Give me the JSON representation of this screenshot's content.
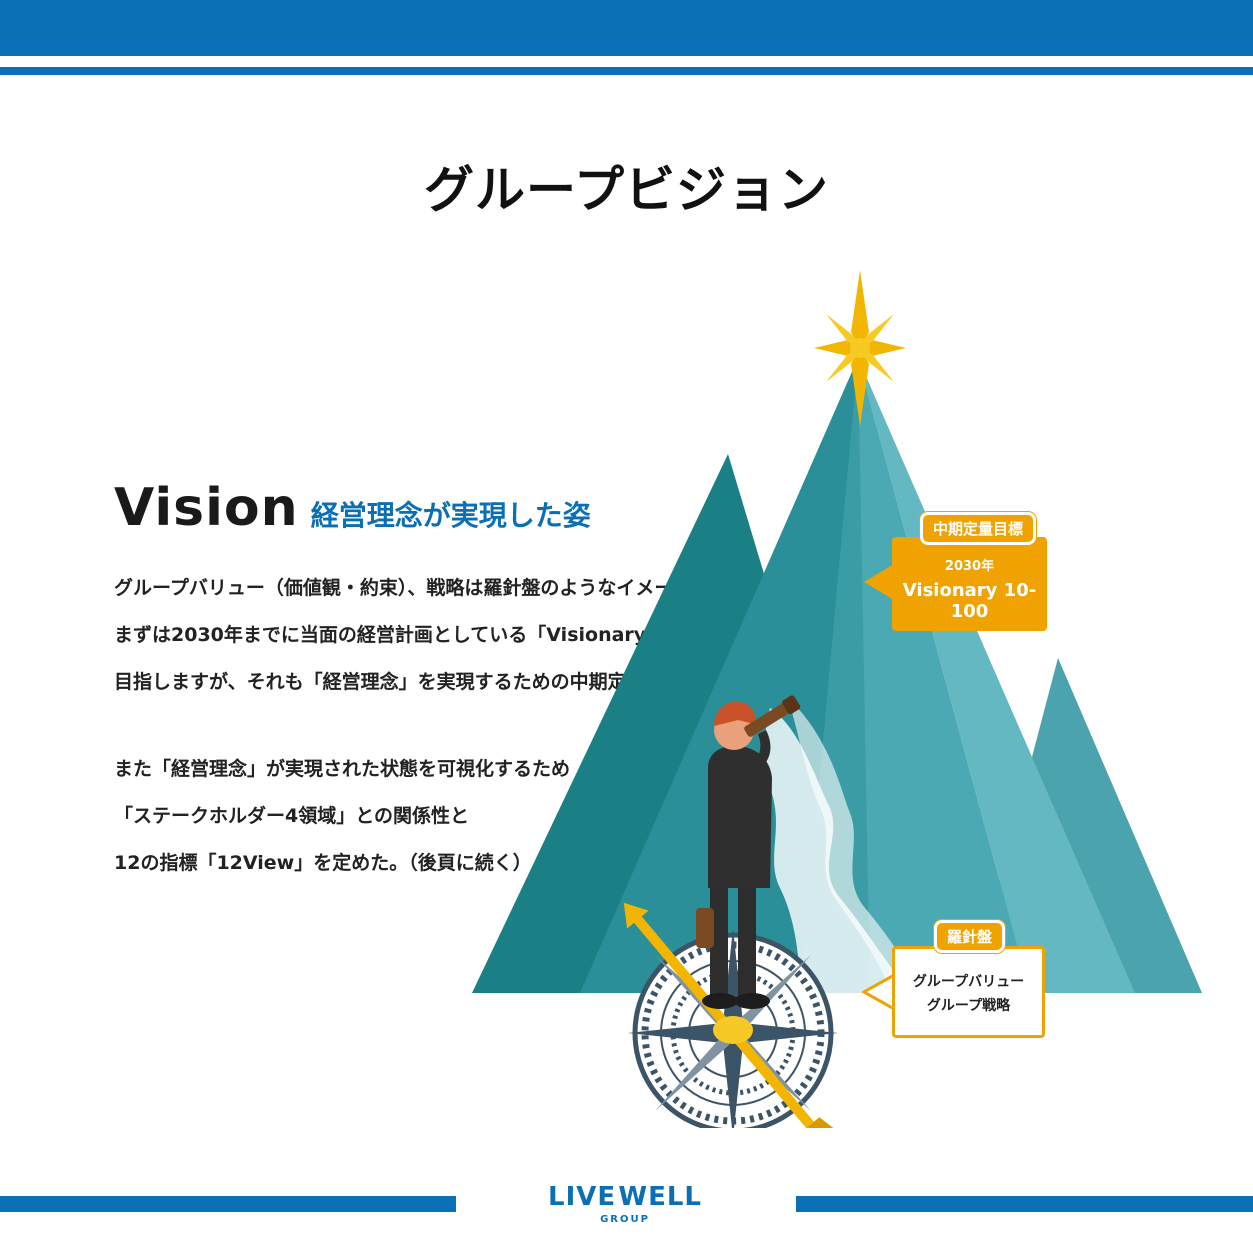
{
  "page": {
    "title": "グループビジョン"
  },
  "vision": {
    "word": "Vision",
    "subtitle": "経営理念が実現した姿",
    "paragraph1": [
      "グループバリュー（価値観・約束）、戦略は羅針盤のようなイメージ",
      "まずは2030年までに当面の経営計画としている「Visionary10-100」を",
      "目指しますが、それも「経営理念」を実現するための中期定量目標です。"
    ],
    "paragraph2": [
      "また「経営理念」が実現された状態を可視化するため",
      "「ステークホルダー4領域」との関係性と",
      "12の指標「12View」を定めた。（後頁に続く）"
    ]
  },
  "callouts": {
    "target": {
      "badge": "中期定量目標",
      "year": "2030年",
      "name": "Visionary 10-100"
    },
    "compass": {
      "badge": "羅針盤",
      "line1": "グループバリュー",
      "line2": "グループ戦略"
    }
  },
  "logo": {
    "left": "LIVE",
    "right": "WELL",
    "group": "GROUP"
  },
  "colors": {
    "brand_blue": "#0a6fb5",
    "accent_orange": "#f0a300",
    "mountain_dark": "#1b7f86",
    "mountain_mid": "#3aa2ab",
    "mountain_light": "#63b8c2",
    "star": "#f2b600"
  }
}
